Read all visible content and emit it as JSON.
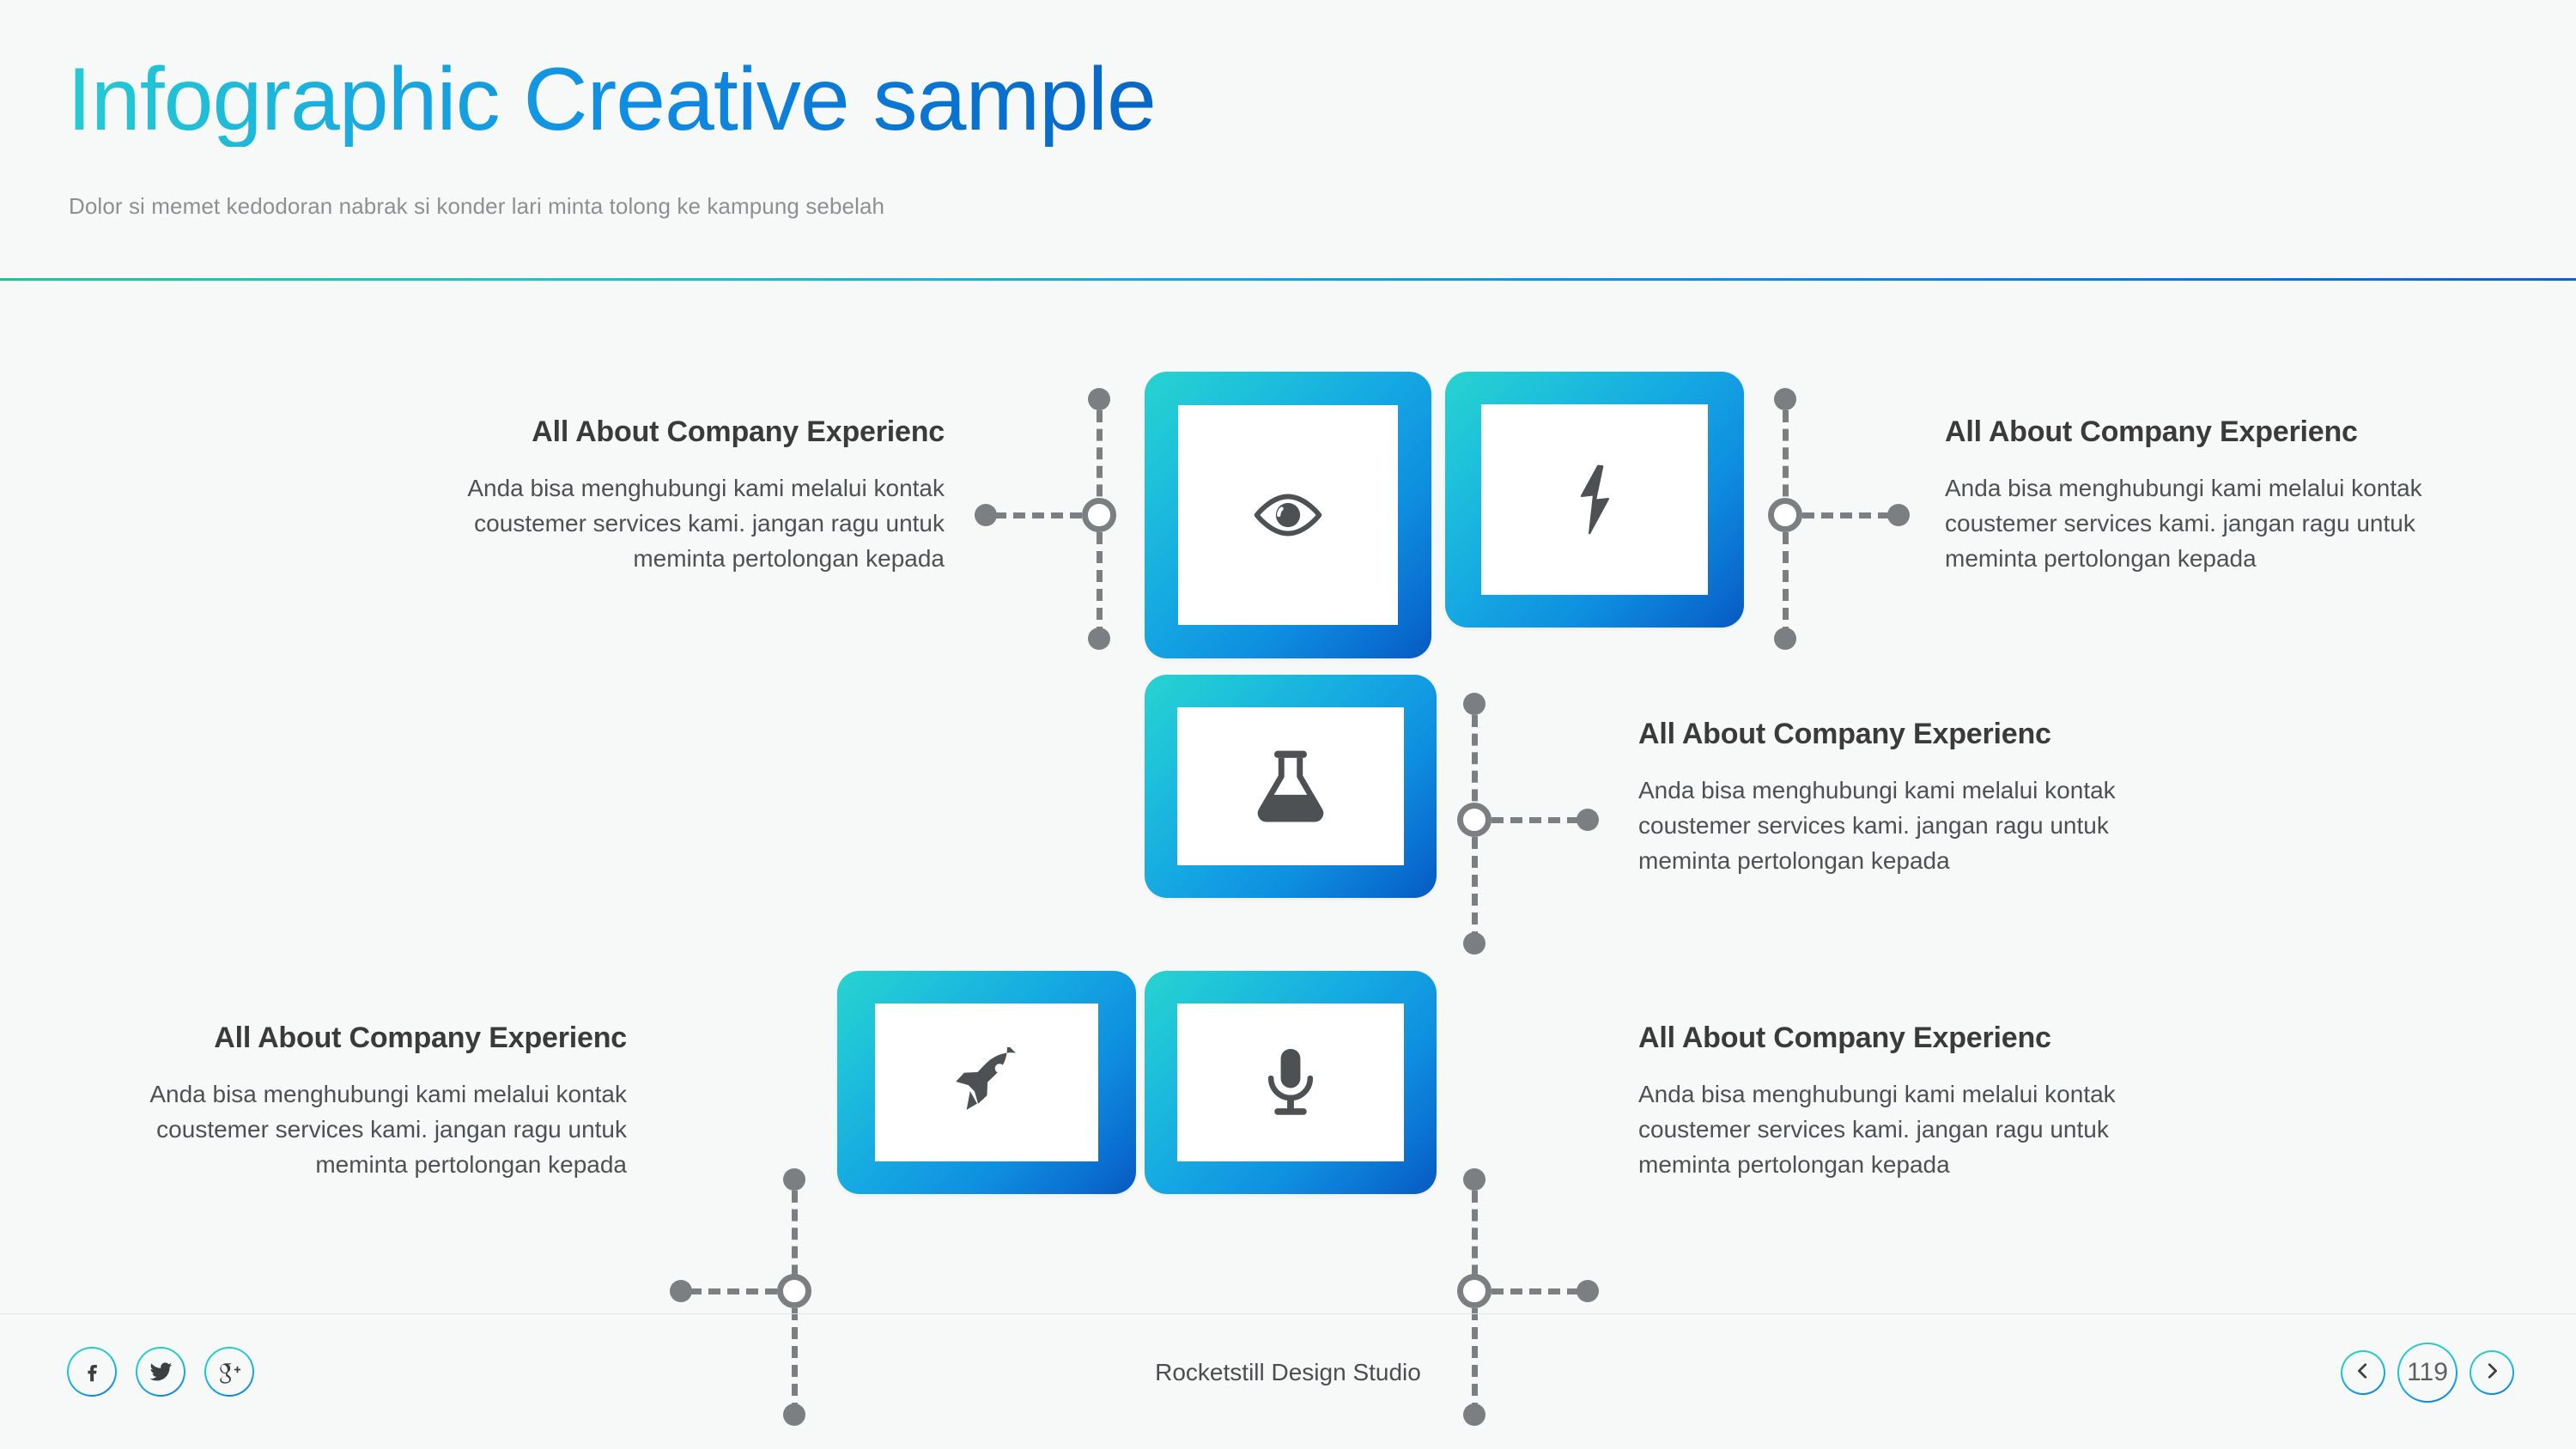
{
  "header": {
    "title": "Infographic Creative sample",
    "subtitle": "Dolor si memet kedodoran nabrak si konder lari minta tolong ke kampung sebelah",
    "title_gradient_start": "#24cbd4",
    "title_gradient_end": "#0767c7",
    "rule_gradient_start": "#17c98f",
    "rule_gradient_end": "#0768c4"
  },
  "theme": {
    "background": "#f7f8f8",
    "card_gradient_start": "#27d3cf",
    "card_gradient_end": "#0759c0",
    "icon_color": "#4e5153",
    "connector_color": "#7c7f81",
    "heading_color": "#3a3a3a",
    "body_color": "#4e5153"
  },
  "cards": [
    {
      "id": "card-eye",
      "icon": "eye-icon"
    },
    {
      "id": "card-bolt",
      "icon": "lightning-bolt-icon"
    },
    {
      "id": "card-flask",
      "icon": "flask-icon"
    },
    {
      "id": "card-rocket",
      "icon": "rocket-icon"
    },
    {
      "id": "card-mic",
      "icon": "microphone-icon"
    }
  ],
  "items": [
    {
      "title": "All About Company Experienc",
      "body": "Anda bisa menghubungi kami melalui kontak coustemer services kami. jangan ragu untuk meminta pertolongan kepada",
      "align": "right"
    },
    {
      "title": "All About Company Experienc",
      "body": "Anda bisa menghubungi kami melalui kontak coustemer services kami. jangan ragu untuk meminta pertolongan kepada",
      "align": "left"
    },
    {
      "title": "All About Company Experienc",
      "body": "Anda bisa menghubungi kami melalui kontak coustemer services kami. jangan ragu untuk meminta pertolongan kepada",
      "align": "left"
    },
    {
      "title": "All About Company Experienc",
      "body": "Anda bisa menghubungi kami melalui kontak coustemer services kami. jangan ragu untuk meminta pertolongan kepada",
      "align": "right"
    },
    {
      "title": "All About Company Experienc",
      "body": "Anda bisa menghubungi kami melalui kontak coustemer services kami. jangan ragu untuk meminta pertolongan kepada",
      "align": "left"
    }
  ],
  "footer": {
    "brand": "Rocketstill Design Studio",
    "social": [
      {
        "name": "facebook-icon",
        "label": "f"
      },
      {
        "name": "twitter-icon",
        "label": "t"
      },
      {
        "name": "google-plus-icon",
        "label": "g+"
      }
    ],
    "pager": {
      "prev_label": "‹",
      "next_label": "›",
      "page": "119"
    }
  }
}
